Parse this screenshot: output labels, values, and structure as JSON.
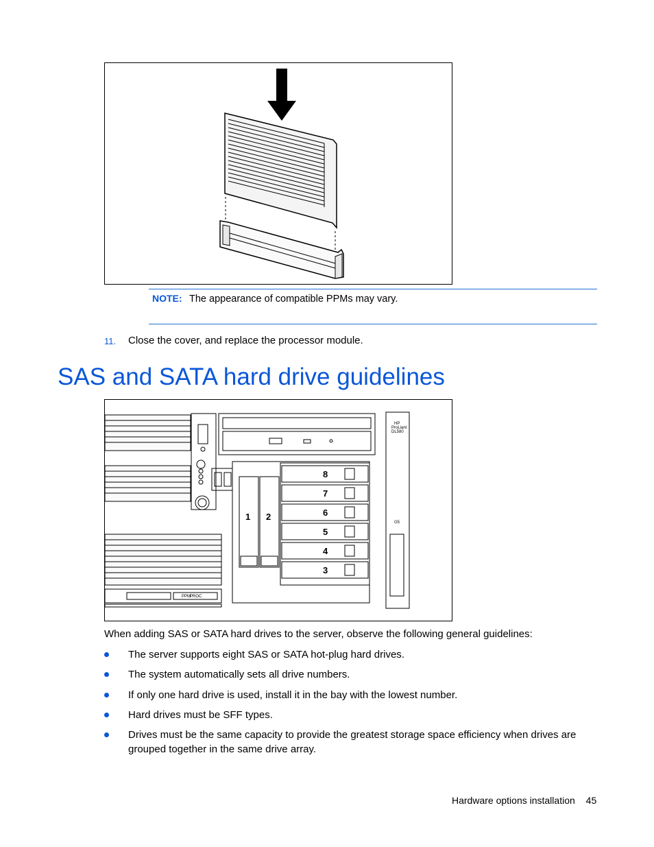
{
  "note": {
    "label": "NOTE:",
    "text": "The appearance of compatible PPMs may vary."
  },
  "step": {
    "number": "11.",
    "text": "Close the cover, and replace the processor module."
  },
  "section": {
    "heading": "SAS and SATA hard drive guidelines"
  },
  "server_figure": {
    "bay_labels": [
      "1",
      "2",
      "8",
      "7",
      "6",
      "5",
      "4",
      "3"
    ],
    "bezel_text": [
      "HP",
      "ProLiant",
      "DL580",
      "G5"
    ],
    "side_labels": [
      "PPM",
      "PROC"
    ]
  },
  "intro": "When adding SAS or SATA hard drives to the server, observe the following general guidelines:",
  "guidelines": [
    "The server supports eight SAS or SATA hot-plug hard drives.",
    "The system automatically sets all drive numbers.",
    "If only one hard drive is used, install it in the bay with the lowest number.",
    "Hard drives must be SFF types.",
    "Drives must be the same capacity to provide the greatest storage space efficiency when drives are grouped together in the same drive array."
  ],
  "footer": {
    "section": "Hardware options installation",
    "page": "45"
  },
  "colors": {
    "accent": "#0a57d8",
    "rule": "#1f6fd1"
  }
}
